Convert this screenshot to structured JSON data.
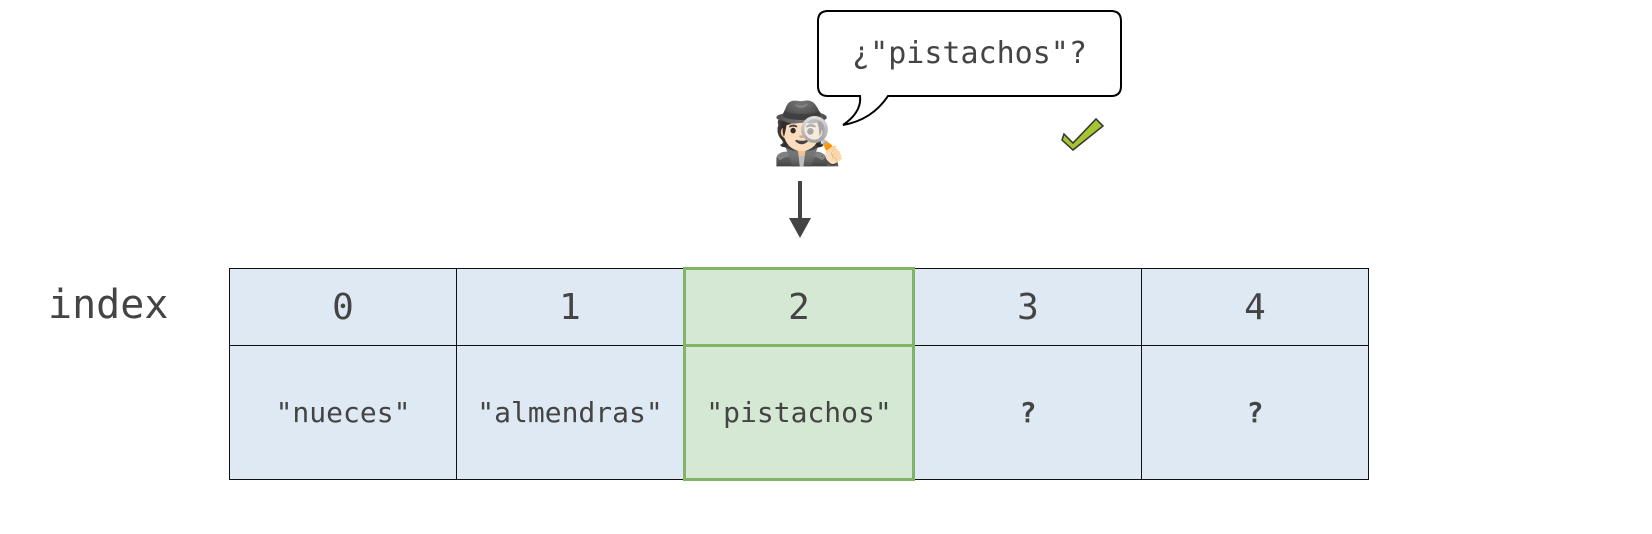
{
  "row_label": "index",
  "indices": [
    "0",
    "1",
    "2",
    "3",
    "4"
  ],
  "values": [
    "\"nueces\"",
    "\"almendras\"",
    "\"pistachos\"",
    "?",
    "?"
  ],
  "highlight_index": 2,
  "speech_bubble": "¿\"pistachos\"?",
  "detective_icon": "🕵🏻",
  "colors": {
    "cell": "#dfe9f3",
    "highlight": "#d5e8d4",
    "highlight_border": "#82b366",
    "check": "#a5c42f"
  }
}
